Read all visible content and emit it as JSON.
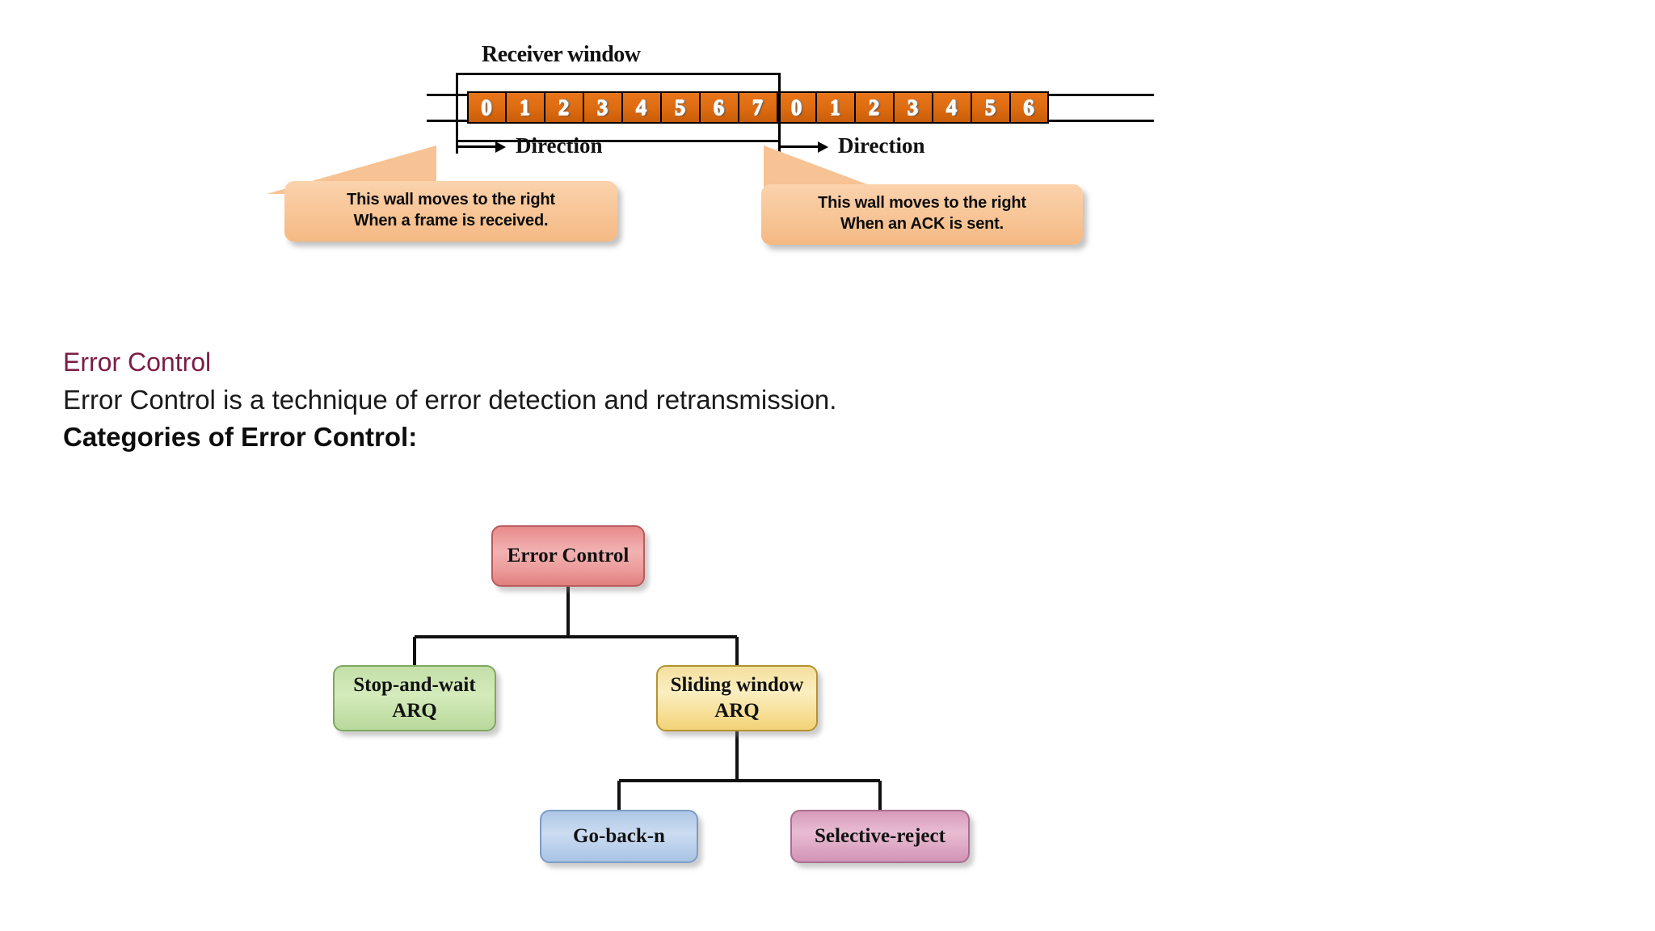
{
  "slide": {
    "figure": {
      "title": "Receiver window",
      "frames": [
        "0",
        "1",
        "2",
        "3",
        "4",
        "5",
        "6",
        "7",
        "0",
        "1",
        "2",
        "3",
        "4",
        "5",
        "6"
      ],
      "window_start_index": 0,
      "window_end_index": 6,
      "direction_left_label": "Direction",
      "direction_right_label": "Direction",
      "callout_left": "This wall moves to the right\nWhen a frame is received.",
      "callout_left_line1": "This wall moves to the right",
      "callout_left_line2": "When a frame is received.",
      "callout_right_line1": "This wall moves to the right",
      "callout_right_line2": "When an ACK is sent.",
      "colors": {
        "frame_fill": "#dd6b10",
        "frame_text": "#ffffff",
        "callout_fill": "#f8c79a",
        "line": "#000000"
      }
    },
    "text": {
      "heading": "Error Control",
      "heading_color": "#7b1d46",
      "description": "Error Control is a technique of error detection and retransmission.",
      "categories_label": "Categories of Error Control:"
    },
    "tree": {
      "nodes": [
        {
          "id": "error-control",
          "label": "Error Control",
          "color": "#ec9a9a"
        },
        {
          "id": "stop-and-wait",
          "label": "Stop-and-wait\nARQ",
          "line1": "Stop-and-wait",
          "line2": "ARQ",
          "color": "#c3dfa8"
        },
        {
          "id": "sliding-window",
          "label": "Sliding window\nARQ",
          "line1": "Sliding window",
          "line2": "ARQ",
          "color": "#f3d378"
        },
        {
          "id": "go-back-n",
          "label": "Go-back-n",
          "color": "#aec7e6"
        },
        {
          "id": "selective-reject",
          "label": "Selective-reject",
          "color": "#d79bbb"
        }
      ],
      "edges": [
        {
          "from": "error-control",
          "to": "stop-and-wait"
        },
        {
          "from": "error-control",
          "to": "sliding-window"
        },
        {
          "from": "sliding-window",
          "to": "go-back-n"
        },
        {
          "from": "sliding-window",
          "to": "selective-reject"
        }
      ]
    }
  }
}
